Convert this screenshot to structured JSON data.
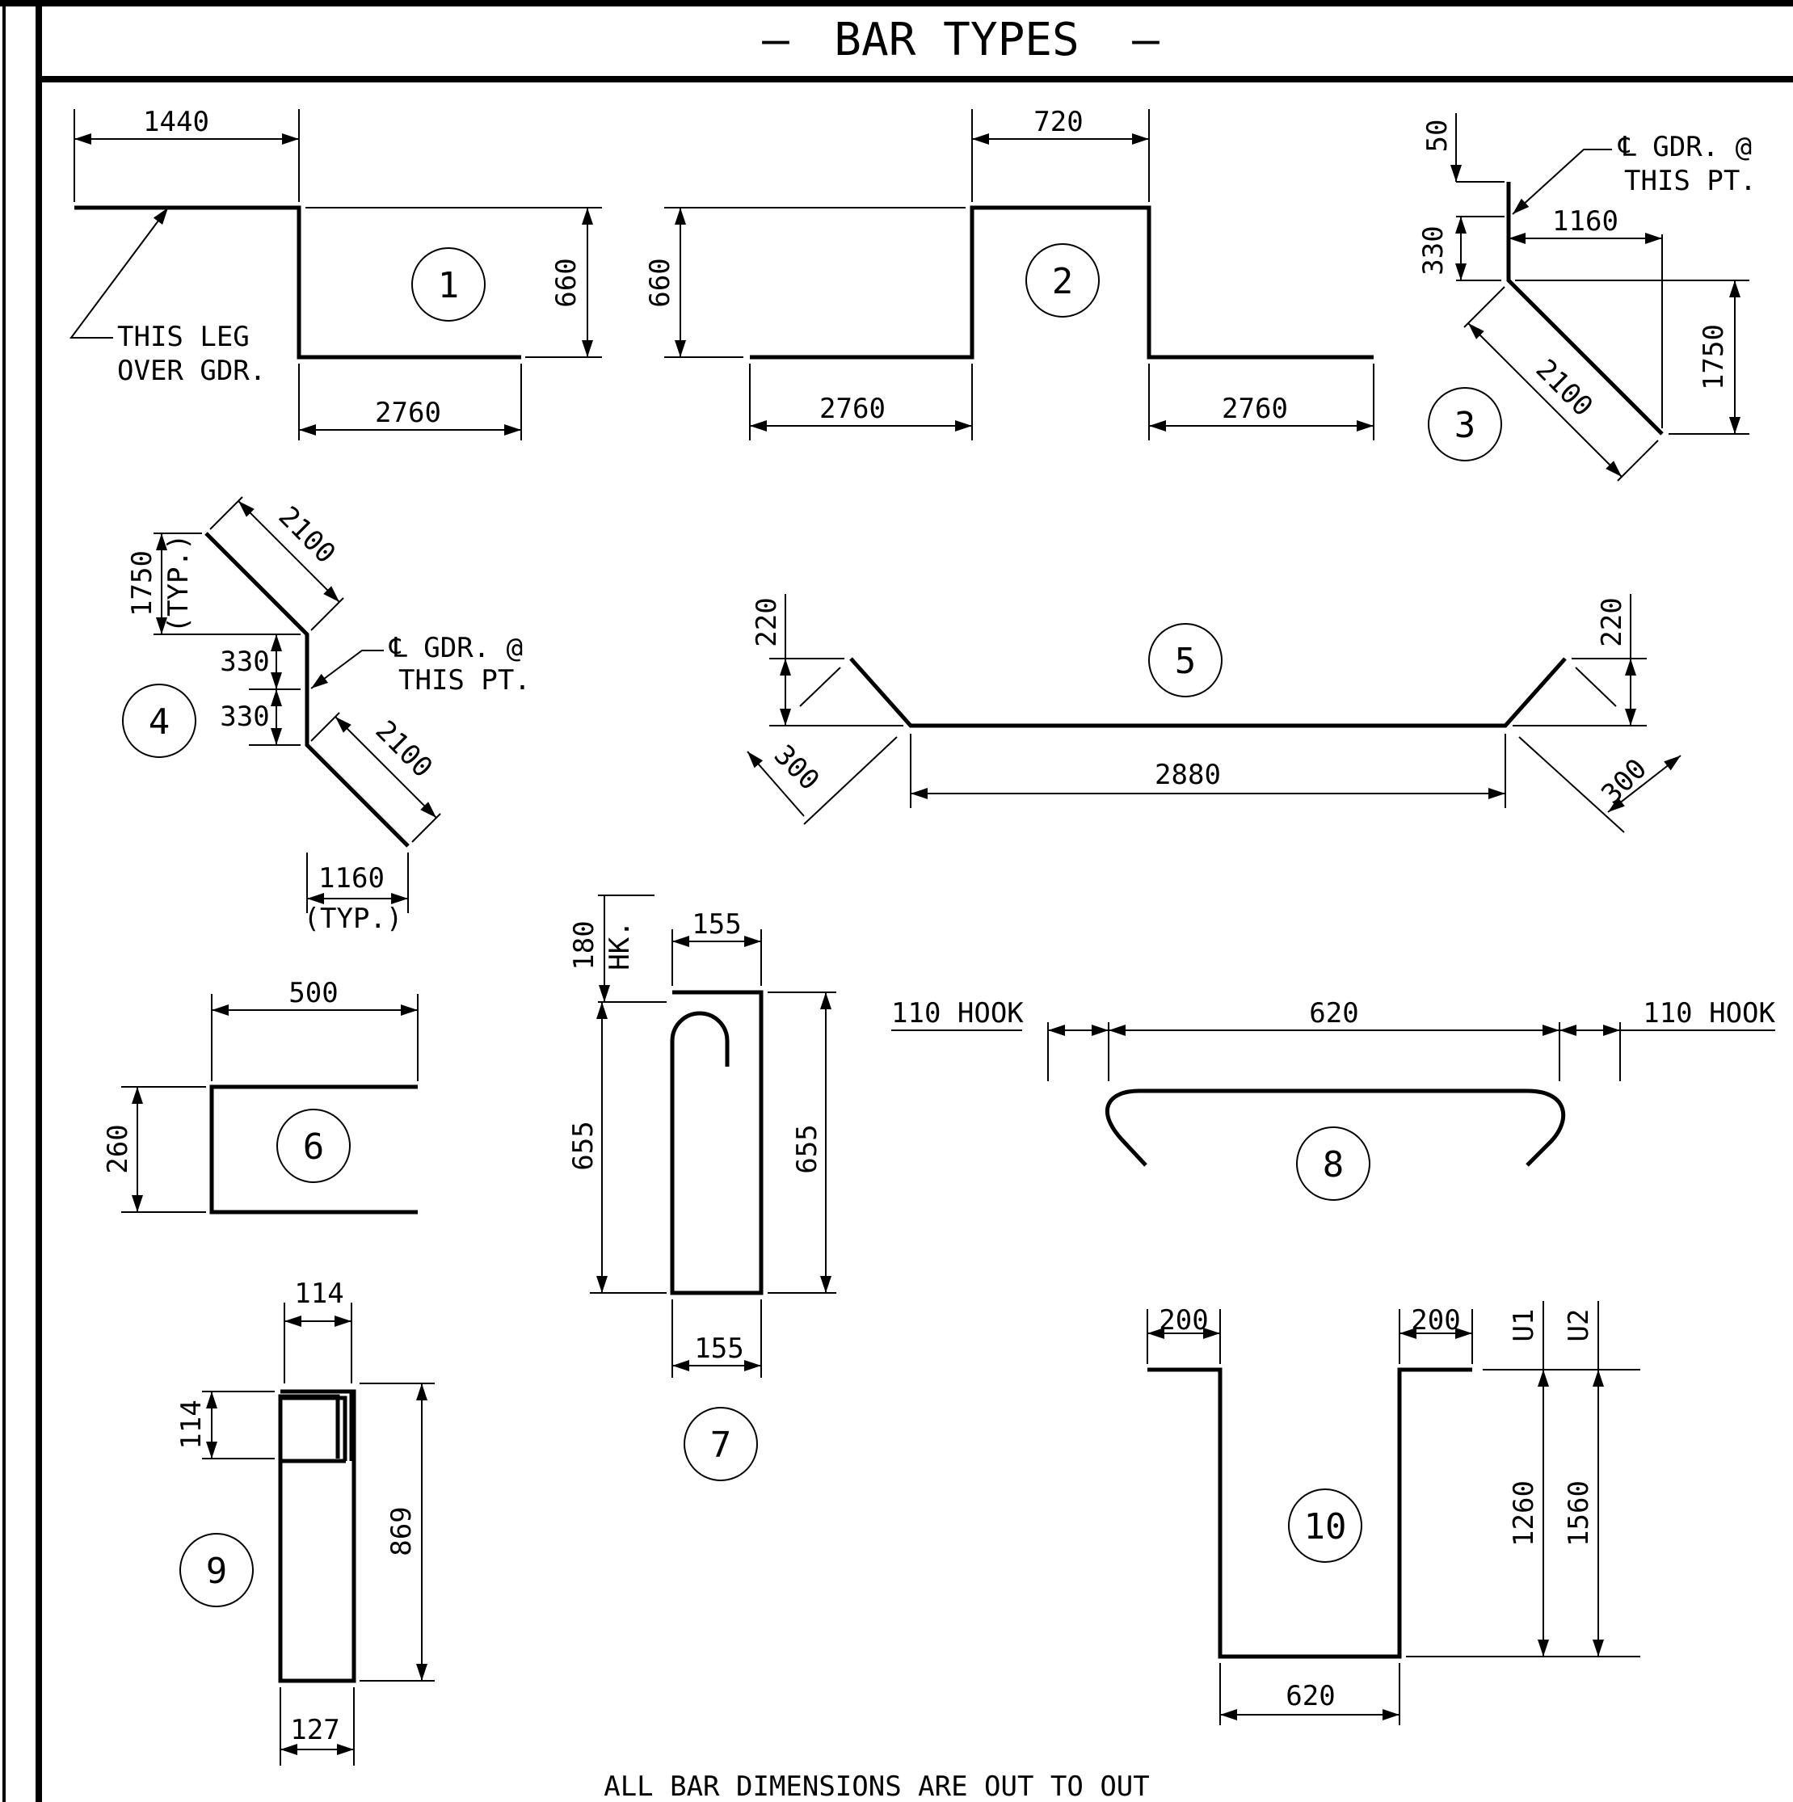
{
  "title": "BAR TYPES",
  "title_dash_left": "—",
  "title_dash_right": "—",
  "footer_note": "ALL BAR DIMENSIONS ARE OUT TO OUT",
  "labels": {
    "this_leg_1": "THIS LEG",
    "this_leg_2": "OVER GDR.",
    "cl_gdr_1": "℄ GDR. @",
    "cl_gdr_2": "THIS PT.",
    "typ": "(TYP.)",
    "hk": "HK.",
    "hook_110": "110 HOOK"
  },
  "bars": [
    {
      "id": "1",
      "dims": {
        "top": "1440",
        "height": "660",
        "bottom": "2760"
      }
    },
    {
      "id": "2",
      "dims": {
        "top": "720",
        "height": "660",
        "bottom_left": "2760",
        "bottom_right": "2760"
      }
    },
    {
      "id": "3",
      "dims": {
        "tip": "50",
        "vertical": "330",
        "horizontal": "1160",
        "diagonal": "2100",
        "drop": "1750"
      }
    },
    {
      "id": "4",
      "dims": {
        "drop": "1750",
        "diag_top": "2100",
        "vert_top": "330",
        "vert_bottom": "330",
        "diag_bottom": "2100",
        "horizontal": "1160"
      }
    },
    {
      "id": "5",
      "dims": {
        "rise_left": "220",
        "rise_right": "220",
        "slope_left": "300",
        "slope_right": "300",
        "length": "2880"
      }
    },
    {
      "id": "6",
      "dims": {
        "width": "500",
        "height": "260"
      }
    },
    {
      "id": "7",
      "dims": {
        "hook": "180",
        "width_top": "155",
        "height_left": "655",
        "height_right": "655",
        "width_bottom": "155"
      }
    },
    {
      "id": "8",
      "dims": {
        "length": "620",
        "hook_left": "110 HOOK",
        "hook_right": "110 HOOK"
      }
    },
    {
      "id": "9",
      "dims": {
        "width_top": "114",
        "hook": "114",
        "height": "869",
        "width_bottom": "127"
      }
    },
    {
      "id": "10",
      "dims": {
        "leg_left": "200",
        "leg_right": "200",
        "u1": "U1",
        "u2": "U2",
        "h1": "1260",
        "h2": "1560",
        "bottom": "620"
      }
    }
  ]
}
